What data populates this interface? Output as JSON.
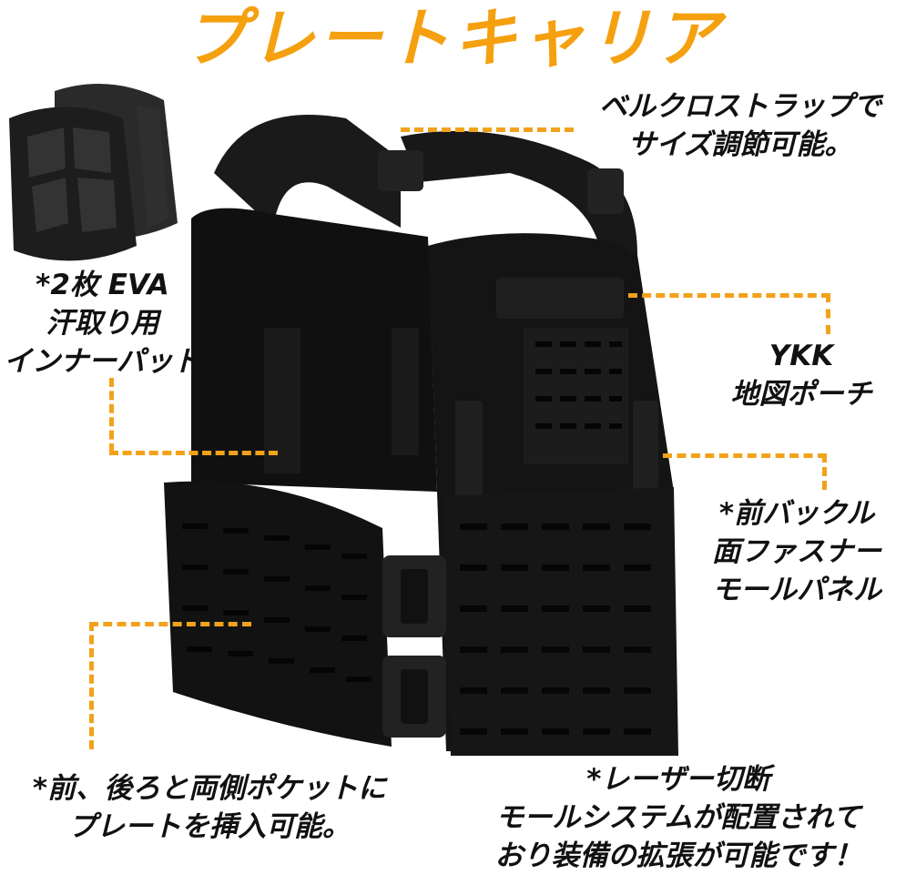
{
  "title": "プレートキャリア",
  "labels": {
    "strap": [
      "ベルクロストラップで",
      "サイズ調節可能。"
    ],
    "pad": [
      "*2枚 EVA",
      "汗取り用",
      "インナーパッド"
    ],
    "pouch": [
      "YKK",
      "地図ポーチ"
    ],
    "buckle": [
      "*前バックル",
      "面ファスナー",
      "モールパネル"
    ],
    "pocket": [
      "*前、後ろと両側ポケットに",
      "プレートを挿入可能。"
    ],
    "molle": [
      "*レーザー切断",
      "モールシステムが配置されて",
      "おり装備の拡張が可能です！"
    ]
  },
  "colors": {
    "accent": "#f5a00f",
    "vest": "#151515",
    "text": "#111111"
  }
}
